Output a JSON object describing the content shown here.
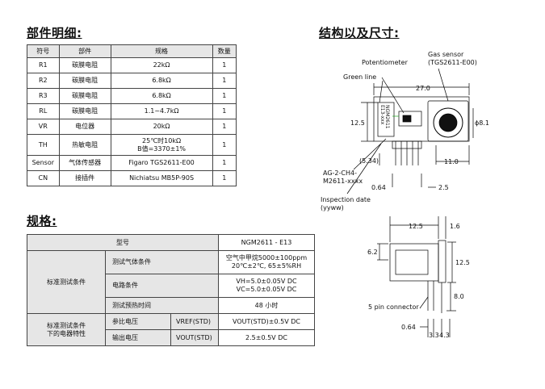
{
  "parts_section": {
    "title": "部件明细:",
    "headers": [
      "符号",
      "部件",
      "规格",
      "数量"
    ],
    "rows": [
      {
        "sym": "R1",
        "part": "碳膜电阻",
        "spec": "22kΩ",
        "qty": "1"
      },
      {
        "sym": "R2",
        "part": "碳膜电阻",
        "spec": "6.8kΩ",
        "qty": "1"
      },
      {
        "sym": "R3",
        "part": "碳膜电阻",
        "spec": "6.8kΩ",
        "qty": "1"
      },
      {
        "sym": "RL",
        "part": "碳膜电阻",
        "spec": "1.1~4.7kΩ",
        "qty": "1"
      },
      {
        "sym": "VR",
        "part": "电位器",
        "spec": "20kΩ",
        "qty": "1"
      },
      {
        "sym": "TH",
        "part": "热敏电阻",
        "spec_l1": "25℃时10kΩ",
        "spec_l2": "B值=3370±1%",
        "qty": "1"
      },
      {
        "sym": "Sensor",
        "part": "气体传感器",
        "spec": "Figaro TGS2611-E00",
        "qty": "1"
      },
      {
        "sym": "CN",
        "part": "接插件",
        "spec": "Nichiatsu MB5P-90S",
        "qty": "1"
      }
    ]
  },
  "spec_section": {
    "title": "规格:",
    "model_label": "型号",
    "model_value": "NGM2611 - E13",
    "std_group": "标准测试条件",
    "gas_label": "测试气体条件",
    "gas_value_l1": "空气中甲烷5000±100ppm",
    "gas_value_l2": "20℃±2℃, 65±5%RH",
    "circuit_label": "电路条件",
    "circuit_value_l1": "VH=5.0±0.05V DC",
    "circuit_value_l2": "VC=5.0±0.05V DC",
    "preheat_label": "测试预热时间",
    "preheat_value": "48 小时",
    "char_group_l1": "标准测试条件",
    "char_group_l2": "下的电器特性",
    "ref_label": "参比电压",
    "ref_sym": "VREF(STD)",
    "ref_value": "VOUT(STD)±0.5V DC",
    "out_label": "输出电压",
    "out_sym": "VOUT(STD)",
    "out_value": "2.5±0.5V DC"
  },
  "drawing": {
    "title": "结构以及尺寸:",
    "potentiometer": "Potentiometer",
    "gas_sensor_l1": "Gas sensor",
    "gas_sensor_l2": "(TGS2611-E00)",
    "green_line": "Green line",
    "dim_27": "27.0",
    "dim_12_5_left": "12.5",
    "dim_phi": "ϕ8.1",
    "dim_5_34": "(5.34)",
    "dim_11": "11.0",
    "model_l1": "AG-2-CH4-",
    "model_l2": "M2611-xxxx",
    "dim_0_64_top": "0.64",
    "dim_2_5": "2.5",
    "inspect_l1": "Inspection date",
    "inspect_l2": "(yyww)",
    "board_text_l1": "NGM2611",
    "board_text_l2": "E13-xxx",
    "dim_12_5_top": "12.5",
    "dim_1_6": "1.6",
    "dim_6_2": "6.2",
    "dim_12_5_right": "12.5",
    "dim_8_0": "8.0",
    "connector": "5 pin connector",
    "dim_0_64_bottom": "0.64",
    "dim_3_3": "3.3",
    "dim_4_3": "4.3"
  }
}
